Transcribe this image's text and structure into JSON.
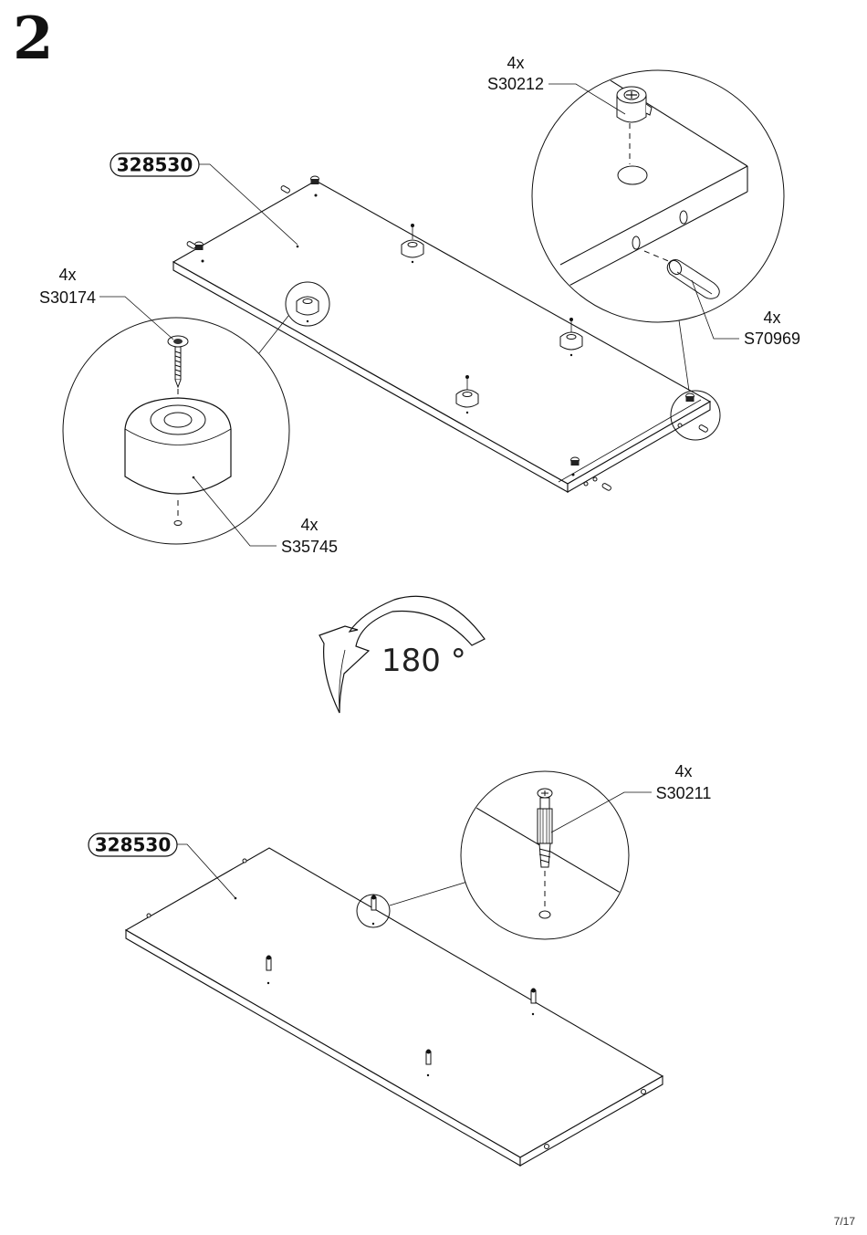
{
  "step_number": "2",
  "top_assembly": {
    "panel_id": "328530",
    "callouts": {
      "cam_lock": {
        "qty": "4x",
        "code": "S30212"
      },
      "dowel": {
        "qty": "4x",
        "code": "S70969"
      },
      "screw": {
        "qty": "4x",
        "code": "S30174"
      },
      "foot": {
        "qty": "4x",
        "code": "S35745"
      }
    }
  },
  "rotation": {
    "label": "180 °"
  },
  "bottom_assembly": {
    "panel_id": "328530",
    "callouts": {
      "cam_bolt": {
        "qty": "4x",
        "code": "S30211"
      }
    }
  },
  "page_number": "7/17",
  "icons": [
    "circular-arrow-icon",
    "screw-icon",
    "cam-lock-icon",
    "wooden-dowel-icon",
    "furniture-foot-icon",
    "cam-bolt-icon"
  ]
}
